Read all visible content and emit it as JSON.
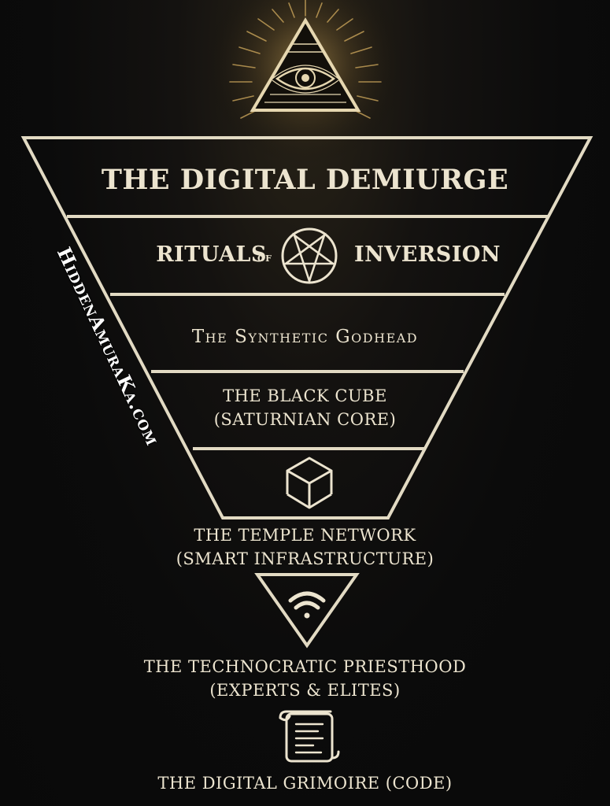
{
  "diagram": {
    "tiers": [
      {
        "label": "THE DIGITAL DEMIURGE"
      },
      {
        "label_a": "RITUALS",
        "label_of": "OF",
        "label_b": "INVERSION"
      },
      {
        "label": "The Synthetic Godhead"
      },
      {
        "line1": "THE BLACK CUBE",
        "line2": "(SATURNIAN CORE)"
      },
      {
        "line1": "THE TEMPLE NETWORK",
        "line2": "(SMART INFRASTRUCTURE)"
      },
      {
        "line1": "THE TECHNOCRATIC PRIESTHOOD",
        "line2": "(EXPERTS & ELITES)"
      },
      {
        "label": "THE DIGITAL GRIMOIRE (CODE)"
      }
    ],
    "watermark": "HiddenAmuraKa.com",
    "icons": [
      "all-seeing-eye-icon",
      "pentagram-icon",
      "cube-icon",
      "wifi-icon",
      "scroll-icon"
    ],
    "colors": {
      "background": "#0b0b0b",
      "line": "#e2dac3",
      "text": "#ece4cf",
      "glow": "#d4ad60"
    }
  }
}
